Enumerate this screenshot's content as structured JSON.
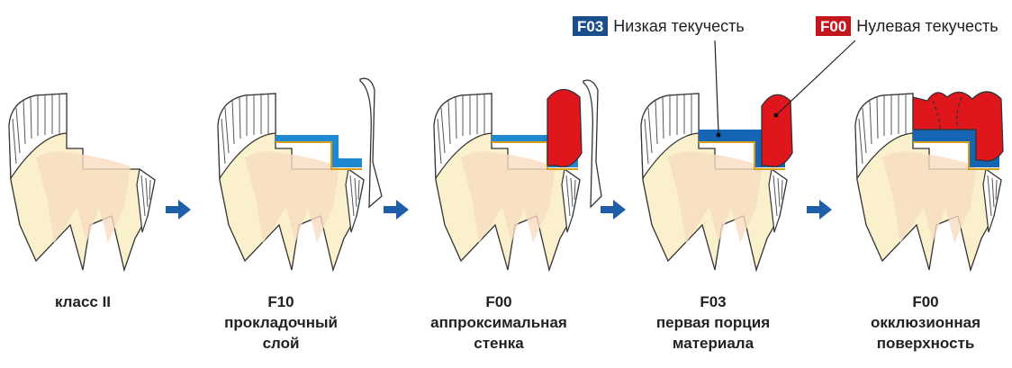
{
  "legend": [
    {
      "code": "F03",
      "text": "Низкая текучесть",
      "color": "#1a4d8c"
    },
    {
      "code": "F00",
      "text": "Нулевая текучесть",
      "color": "#c4161c"
    }
  ],
  "steps": [
    {
      "code": "",
      "lines": [
        "класс II"
      ]
    },
    {
      "code": "F10",
      "lines": [
        "прокладочный",
        "слой"
      ]
    },
    {
      "code": "F00",
      "lines": [
        "аппроксимальная",
        "стенка"
      ]
    },
    {
      "code": "F03",
      "lines": [
        "первая порция",
        "материала"
      ]
    },
    {
      "code": "F00",
      "lines": [
        "окклюзионная",
        "поверхность"
      ]
    }
  ],
  "colors": {
    "dentin": "#fbf0cc",
    "pulp": "#f8dcc0",
    "enamel_stroke": "#444444",
    "liner": "#1e88d0",
    "flow_blue": "#1565b4",
    "red": "#e0161d",
    "arrow": "#1f5ea8",
    "bond": "#d4a017"
  },
  "icons": {
    "arrow": "arrow-right-icon"
  }
}
